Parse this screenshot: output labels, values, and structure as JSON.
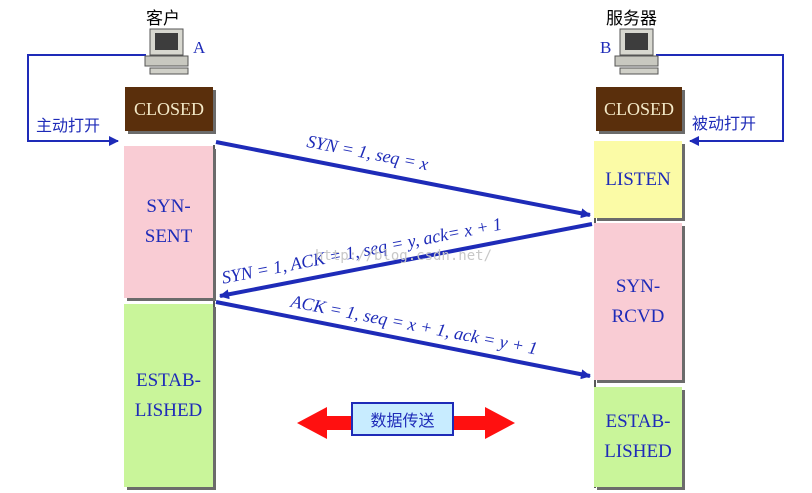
{
  "client": {
    "label": "客户",
    "letter": "A",
    "action": "主动打开"
  },
  "server": {
    "label": "服务器",
    "letter": "B",
    "action": "被动打开"
  },
  "client_states": [
    {
      "name": "CLOSED"
    },
    {
      "name": "SYN-\nSENT"
    },
    {
      "name": "ESTAB-\nLISHED"
    }
  ],
  "server_states": [
    {
      "name": "CLOSED"
    },
    {
      "name": "LISTEN"
    },
    {
      "name": "SYN-\nRCVD"
    },
    {
      "name": "ESTAB-\nLISHED"
    }
  ],
  "messages": [
    {
      "text": "SYN = 1, seq = x"
    },
    {
      "text": "SYN = 1, ACK = 1, seq = y, ack= x + 1"
    },
    {
      "text": "ACK = 1, seq = x + 1, ack = y + 1"
    }
  ],
  "data_transfer": "数据传送",
  "watermark": "http://blog.csdn.net/",
  "colors": {
    "accent": "#1e2bb8",
    "closed": "#5a2f0c",
    "syn_state": "#f9ccd4",
    "established": "#c9f59a",
    "listen": "#fbfba6",
    "transfer_arrow": "#ff1010"
  }
}
